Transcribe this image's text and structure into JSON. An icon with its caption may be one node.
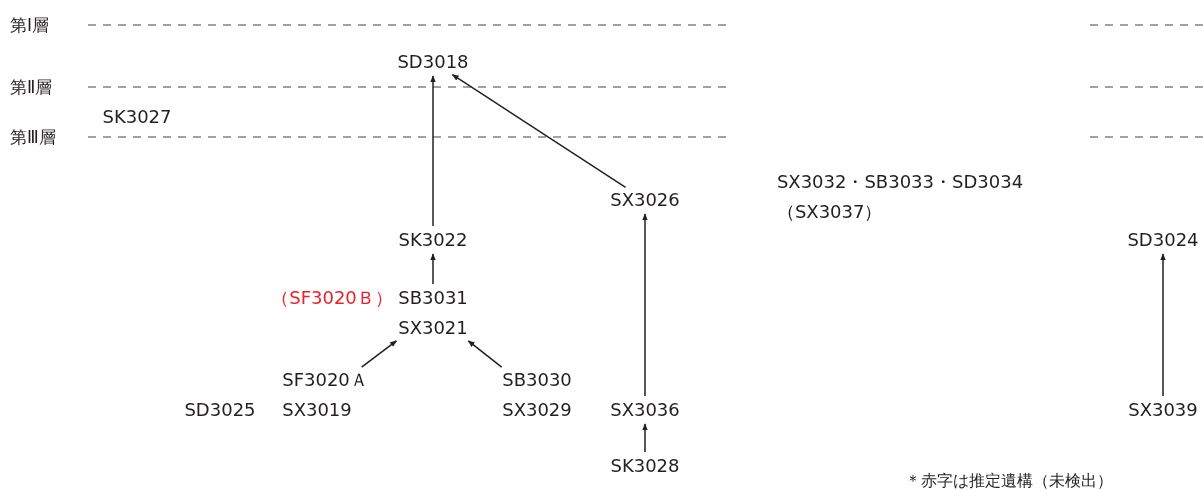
{
  "diagram": {
    "nodes": [
      {
        "text": [
          "SD3018"
        ]
      },
      {
        "text": [
          "SK3027"
        ]
      },
      {
        "text": [
          "SK3022"
        ]
      },
      {
        "text": [
          "SX3026"
        ]
      },
      {
        "text": [
          "SX3032・SB3033・SD3034",
          "（SX3037）"
        ]
      },
      {
        "text": [
          "SD3024"
        ]
      },
      {
        "text": [
          "（SF3020Ｂ）"
        ]
      },
      {
        "text": [
          "SB3031",
          "SX3021"
        ]
      },
      {
        "text": [
          "SF3020Ａ",
          "SX3019"
        ]
      },
      {
        "text": [
          "SB3030",
          "SX3029"
        ]
      },
      {
        "text": [
          "SD3025"
        ]
      },
      {
        "text": [
          "SX3036"
        ]
      },
      {
        "text": [
          "SX3039"
        ]
      },
      {
        "text": [
          "SK3028"
        ]
      }
    ],
    "edges": [
      {
        "from": 2,
        "to": 0,
        "arrow": "to"
      },
      {
        "from": 3,
        "to": 0,
        "arrow": "to"
      },
      {
        "from": 11,
        "to": 3,
        "arrow": "to"
      },
      {
        "from": 7,
        "to": 2,
        "arrow": "to"
      },
      {
        "from": 8,
        "to": 7,
        "arrow": "to"
      },
      {
        "from": 9,
        "to": 7,
        "arrow": "to"
      },
      {
        "from": 13,
        "to": 11,
        "arrow": "to"
      },
      {
        "from": 12,
        "to": 5,
        "arrow": "to"
      }
    ],
    "labels": [
      "第Ⅰ層",
      "第Ⅱ層",
      "第Ⅲ層",
      "＊赤字は推定遺構（未検出）"
    ]
  }
}
